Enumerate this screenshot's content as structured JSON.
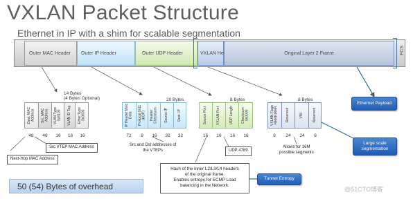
{
  "title": "VXLAN Packet Structure",
  "subtitle": "Ethernet in IP with a shim for scalable segmentation",
  "packet_bar": {
    "outer_mac": "Outer MAC Header",
    "outer_ip": "Outer IP Header",
    "outer_udp": "Outer UDP Header",
    "vxlan": "VXLAN Header",
    "frame": "Original Layer 2 Frame",
    "fcs": "FCS"
  },
  "mac_group": {
    "bytes_line1": "14 Bytes",
    "bytes_line2": "(4 Bytes Optional)",
    "fields": [
      "Dest. MAC Address",
      "Src. MAC Address",
      "VLAN Type 0x8100",
      "VLAN ID Tag",
      "Ether Type 0x0800"
    ],
    "sizes": [
      "48",
      "48",
      "16",
      "16",
      "16"
    ]
  },
  "ip_group": {
    "bytes": "20 Bytes",
    "fields": [
      "IP Header Misc Data",
      "Protocol 0x11 (UDP)",
      "Header Checksum",
      "Source IP",
      "Dest. IP"
    ],
    "sizes": [
      "72",
      "8",
      "16",
      "32",
      "32"
    ]
  },
  "udp_group": {
    "bytes": "8 Bytes",
    "fields": [
      "Source Port",
      "VXLAN Port",
      "UDP Length",
      "Checksum 0x0000"
    ],
    "sizes": [
      "16",
      "16",
      "16",
      "16"
    ]
  },
  "vxlan_group": {
    "bytes": "8 Bytes",
    "fields": [
      "VXLAN Flags RRRRIRRR",
      "Reserved",
      "VNI",
      "Reserved"
    ],
    "sizes": [
      "8",
      "24",
      "24",
      "8"
    ]
  },
  "notes": {
    "next_hop": "Next-Hop MAC Address",
    "src_vtep": "Src VTEP MAC Address",
    "src_dst_ip_1": "Src and Dst addresses of",
    "src_dst_ip_2": "the VTEPs",
    "udp_port": "UDP 4789",
    "segments_1": "Allows for 16M",
    "segments_2": "possible segments",
    "hash_1": "Hash of the inner L2/L3/L4 headers",
    "hash_2": "of the original frame.",
    "hash_3": "Enables entropy for ECMP Load",
    "hash_4": "balancing in the Network."
  },
  "callouts": {
    "ethernet_payload": "Ethernet Payload",
    "large_scale_1": "Large scale",
    "large_scale_2": "segmentation",
    "tunnel_entropy": "Tunnel Entropy"
  },
  "overhead": "50 (54) Bytes of overhead",
  "watermark": "@51CTO博客",
  "colors": {
    "mac": "#d6d6d6",
    "ip": "#c8e8fa",
    "udp": "#d3eab8",
    "vxlan": "#dce4f2",
    "callout": "#2a67bf"
  }
}
